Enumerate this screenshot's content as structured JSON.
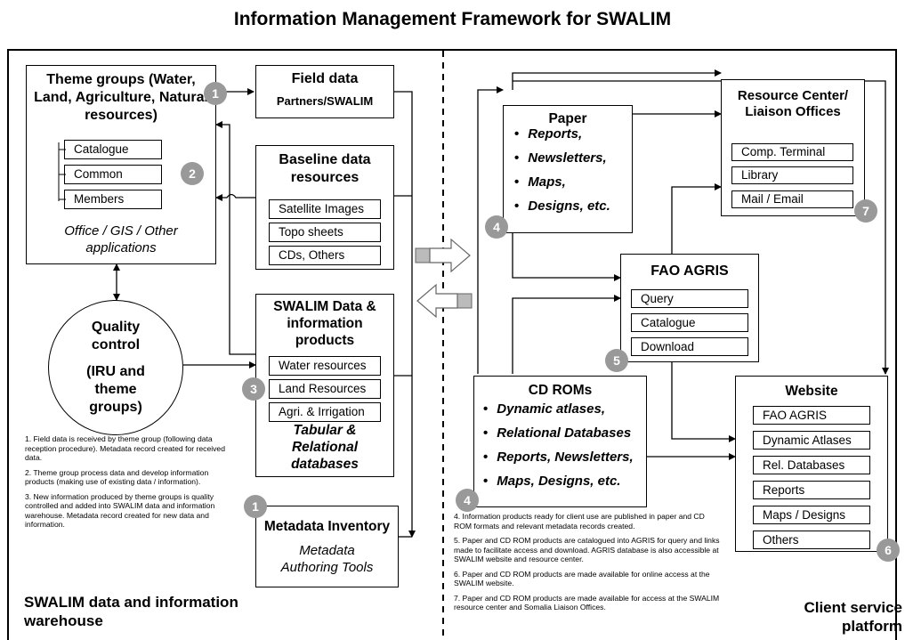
{
  "title": "Information Management Framework for SWALIM",
  "left": {
    "theme_groups": {
      "title": "Theme groups (Water, Land, Agriculture, Natural resources)",
      "items": [
        "Catalogue",
        "Common",
        "Members"
      ],
      "footer": "Office / GIS / Other applications",
      "badges": [
        "1",
        "2"
      ]
    },
    "field_data": {
      "title": "Field data",
      "subtitle": "Partners/SWALIM"
    },
    "baseline": {
      "title": "Baseline data resources",
      "items": [
        "Satellite Images",
        "Topo sheets",
        "CDs, Others"
      ]
    },
    "quality": {
      "title": "Quality control",
      "subtitle": "(IRU and theme groups)"
    },
    "products": {
      "title": "SWALIM Data & information products",
      "items": [
        "Water resources",
        "Land Resources",
        "Agri. & Irrigation"
      ],
      "footer": "Tabular & Relational databases",
      "badge": "3"
    },
    "metadata": {
      "title": "Metadata Inventory",
      "subtitle": "Metadata Authoring Tools",
      "badge": "1"
    },
    "notes": [
      "1. Field data is received by theme group (following data reception procedure). Metadata record created for received data.",
      "2. Theme group process data and develop information products (making use of existing data / information).",
      "3. New information produced by theme groups is quality controlled and added into SWALIM data and information warehouse. Metadata record created for new data and information."
    ],
    "section_label": "SWALIM data and information warehouse"
  },
  "right": {
    "paper": {
      "title": "Paper",
      "items": [
        "Reports,",
        "Newsletters,",
        "Maps,",
        "Designs, etc."
      ],
      "badge": "4"
    },
    "resource_center": {
      "title": "Resource Center/ Liaison Offices",
      "items": [
        "Comp. Terminal",
        "Library",
        "Mail / Email"
      ],
      "badge": "7"
    },
    "agris": {
      "title": "FAO AGRIS",
      "items": [
        "Query",
        "Catalogue",
        "Download"
      ],
      "badge": "5"
    },
    "cdroms": {
      "title": "CD ROMs",
      "items": [
        "Dynamic atlases,",
        "Relational Databases",
        "Reports, Newsletters,",
        "Maps, Designs, etc."
      ],
      "badge": "4"
    },
    "website": {
      "title": "Website",
      "items": [
        "FAO AGRIS",
        "Dynamic Atlases",
        "Rel. Databases",
        "Reports",
        "Maps / Designs",
        "Others"
      ],
      "badge": "6"
    },
    "notes": [
      "4. Information products ready for client use are published in paper and CD ROM formats and relevant metadata records created.",
      "5. Paper and CD ROM products are catalogued into AGRIS for query and links made to facilitate access and download. AGRIS database is also accessible at SWALIM website and resource center.",
      "6. Paper and CD ROM products are made available for online access at the SWALIM website.",
      "7. Paper and CD ROM products are made available for access at the SWALIM resource center and Somalia Liaison Offices."
    ],
    "section_label": "Client service platform"
  },
  "colors": {
    "badge": "#999999",
    "arrow_fill": "#ffffff",
    "arrow_bar": "#bbbbbb"
  }
}
